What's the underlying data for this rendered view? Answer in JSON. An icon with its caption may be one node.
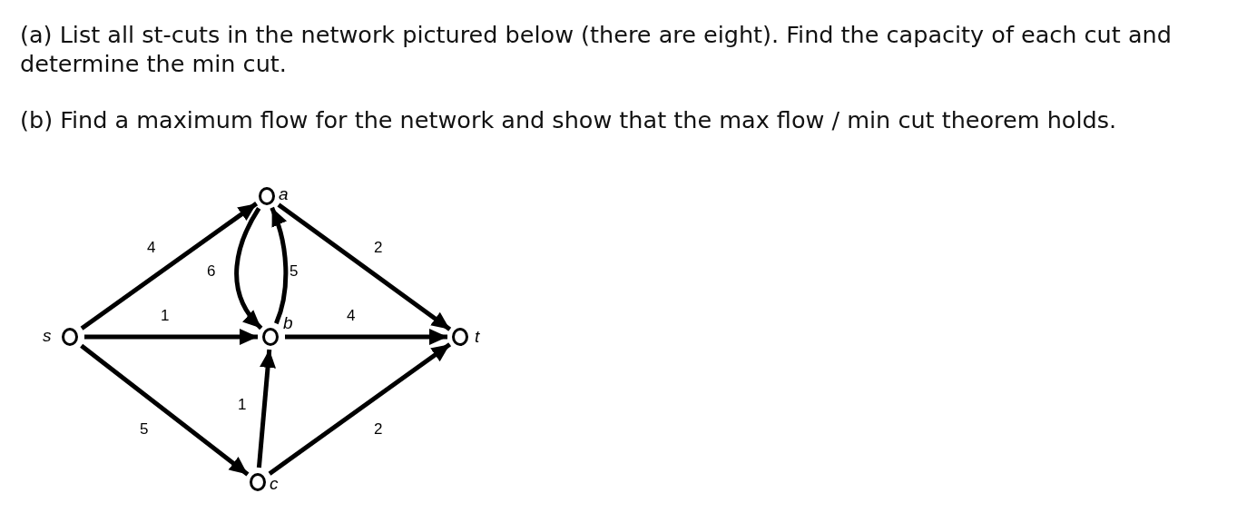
{
  "diagram": {
    "nodes": [
      {
        "text": [
          "s"
        ]
      },
      {
        "text": [
          "a"
        ]
      },
      {
        "text": [
          "b"
        ]
      },
      {
        "text": [
          "c"
        ]
      },
      {
        "text": [
          "t"
        ]
      }
    ],
    "edges": [
      {
        "from": 0,
        "to": 1,
        "arrow": "to",
        "label": "4"
      },
      {
        "from": 0,
        "to": 2,
        "arrow": "to",
        "label": "1"
      },
      {
        "from": 0,
        "to": 3,
        "arrow": "to",
        "label": "5"
      },
      {
        "from": 1,
        "to": 2,
        "arrow": "to",
        "label": "6"
      },
      {
        "from": 2,
        "to": 1,
        "arrow": "to",
        "label": "5"
      },
      {
        "from": 3,
        "to": 2,
        "arrow": "to",
        "label": "1"
      },
      {
        "from": 1,
        "to": 4,
        "arrow": "to",
        "label": "2"
      },
      {
        "from": 2,
        "to": 4,
        "arrow": "to",
        "label": "4"
      },
      {
        "from": 3,
        "to": 4,
        "arrow": "to",
        "label": "2"
      }
    ],
    "labels": [
      "(a) List all st-cuts in the network pictured below (there are eight). Find the capacity of each cut and determine the min cut.",
      "(b) Find a maximum flow for the network and show that the max flow / min cut theorem holds."
    ]
  }
}
